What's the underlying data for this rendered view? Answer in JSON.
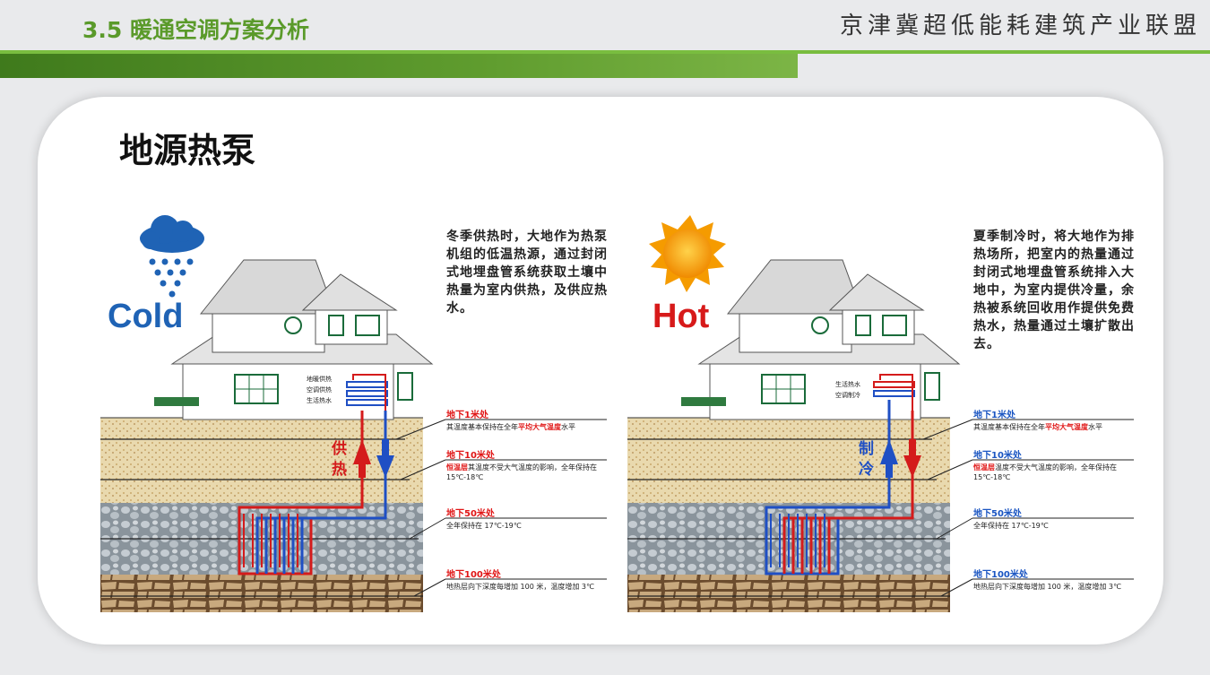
{
  "header": {
    "section_title": "3.5 暖通空调方案分析",
    "organization": "京津冀超低能耗建筑产业联盟"
  },
  "card": {
    "title": "地源热泵"
  },
  "colors": {
    "accent_green": "#5a9a2a",
    "cold_blue": "#1f63b5",
    "hot_red": "#d71a1a",
    "depth_red": "#e01515",
    "depth_blue": "#1a55c2"
  },
  "winter": {
    "mode_word": "Cold",
    "icon": "snow-cloud-icon",
    "description": "冬季供热时，大地作为热泵机组的低温热源，通过封闭式地埋盘管系统获取土壤中热量为室内供热，及供应热水。",
    "coil_labels": [
      "地暖供热",
      "空调供热",
      "生活热水"
    ],
    "arrow_label": "供热",
    "depths": [
      {
        "label": "地下1米处",
        "note_pre": "其温度基本保持在全年",
        "note_highlight": "平均大气温度",
        "note_post": "水平"
      },
      {
        "label": "地下10米处",
        "note_pre": "",
        "note_highlight": "恒温层",
        "note_post": "其温度不受大气温度的影响，全年保持在 15℃-18℃"
      },
      {
        "label": "地下50米处",
        "note_pre": "全年保持在 17℃-19℃",
        "note_highlight": "",
        "note_post": ""
      },
      {
        "label": "地下100米处",
        "note_pre": "地热层向下深度每增加 100 米，温度增加 3℃",
        "note_highlight": "",
        "note_post": ""
      }
    ]
  },
  "summer": {
    "mode_word": "Hot",
    "icon": "sun-icon",
    "description": "夏季制冷时，将大地作为排热场所，把室内的热量通过封闭式地埋盘管系统排入大地中，为室内提供冷量，余热被系统回收用作提供免费热水，热量通过土壤扩散出去。",
    "coil_labels": [
      "生活热水",
      "空调制冷"
    ],
    "arrow_label": "制冷",
    "depths": [
      {
        "label": "地下1米处",
        "note_pre": "其温度基本保持在全年",
        "note_highlight": "平均大气温度",
        "note_post": "水平"
      },
      {
        "label": "地下10米处",
        "note_pre": "",
        "note_highlight": "恒温层",
        "note_post": "温度不受大气温度的影响，全年保持在 15℃-18℃"
      },
      {
        "label": "地下50米处",
        "note_pre": "全年保持在 17℃-19℃",
        "note_highlight": "",
        "note_post": ""
      },
      {
        "label": "地下100米处",
        "note_pre": "地热层向下深度每增加 100 米，温度增加 3℃",
        "note_highlight": "",
        "note_post": ""
      }
    ]
  }
}
